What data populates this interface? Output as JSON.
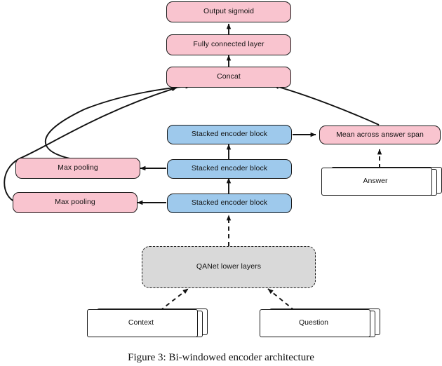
{
  "figure": {
    "caption": "Figure 3:  Bi-windowed encoder architecture",
    "colors": {
      "pink": "#f9c4cf",
      "blue": "#9ec9ec",
      "gray": "#d9d9d9",
      "stroke": "#1a1a1a",
      "background": "#ffffff"
    }
  },
  "nodes": {
    "output_sigmoid": {
      "label": "Output sigmoid"
    },
    "fully_connected": {
      "label": "Fully connected layer"
    },
    "concat": {
      "label": "Concat"
    },
    "encoder_top": {
      "label": "Stacked encoder block"
    },
    "encoder_mid": {
      "label": "Stacked encoder block"
    },
    "encoder_bottom": {
      "label": "Stacked encoder block"
    },
    "max_pooling_top": {
      "label": "Max pooling"
    },
    "max_pooling_bottom": {
      "label": "Max pooling"
    },
    "mean_answer_span": {
      "label": "Mean across answer span"
    },
    "qanet_lower": {
      "label": "QANet lower layers"
    }
  },
  "documents": {
    "answer": {
      "label": "Answer"
    },
    "context": {
      "label": "Context"
    },
    "question": {
      "label": "Question"
    }
  }
}
